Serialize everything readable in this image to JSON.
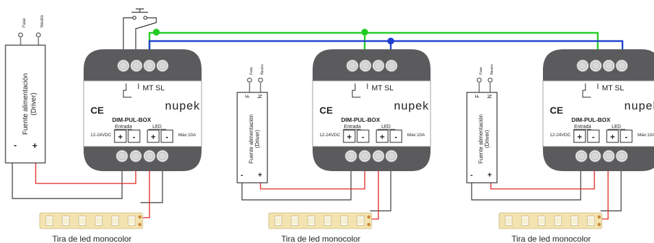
{
  "supply_terminals": {
    "fase": "Fase",
    "neutro": "Neutro",
    "f": "F",
    "n": "N"
  },
  "driver": {
    "line1": "Fuente alimentación",
    "line2": "(Driver)",
    "minus": "-",
    "plus": "+"
  },
  "module": {
    "mt_sl": "MT SL",
    "brand": "nupek",
    "ce": "CE",
    "model": "DIM-PUL-BOX",
    "entrada": "Entrada",
    "led": "LED",
    "voltage": "12-24VDC",
    "max": "Máx:10A",
    "plus": "+",
    "minus": "-"
  },
  "strip_label": "Tira de led monocolor",
  "colors": {
    "module_body": "#5b5b5d",
    "wire_green": "#22cc22",
    "wire_blue": "#1f3fd0",
    "wire_red": "#e0201a",
    "wire_black": "#333333",
    "strip": "#f3e3b0"
  }
}
